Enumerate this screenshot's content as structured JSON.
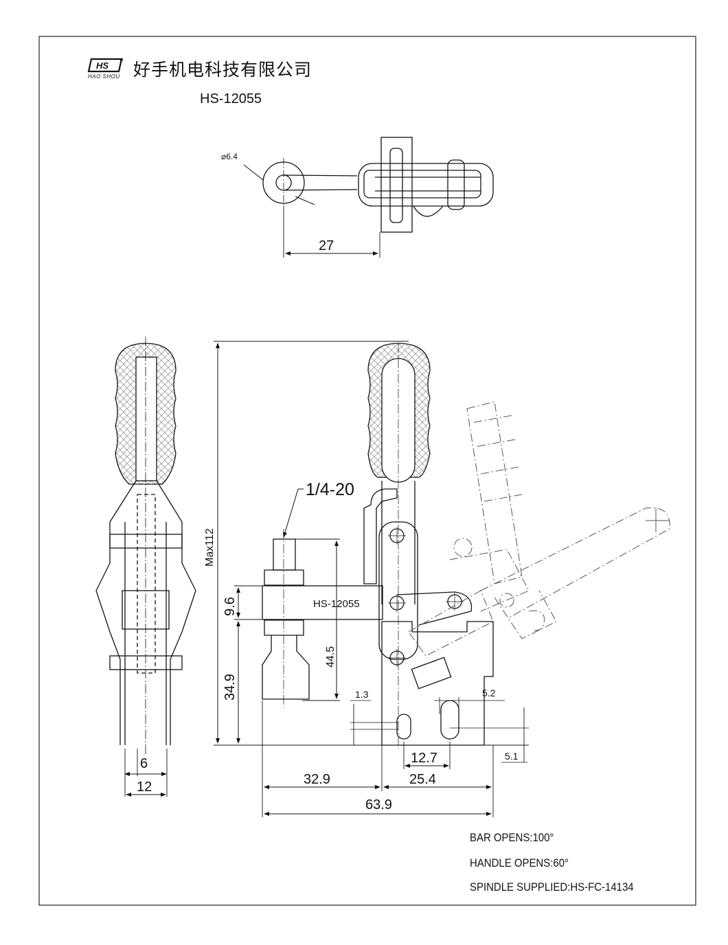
{
  "header": {
    "logo_text": "HS",
    "logo_sub": "HAO SHOU",
    "company_name": "好手机电科技有限公司",
    "model": "HS-12055"
  },
  "drawing": {
    "hole_diameter": "⌀6.4",
    "top_dim": "27",
    "thread_label": "1/4-20",
    "side_dims": {
      "max_height": "Max112",
      "h1": "9.6",
      "h2": "34.9",
      "h3": "44.5"
    },
    "bar_label": "HS-12055",
    "small_dims": {
      "d1": "1.3",
      "d2": "5.2",
      "d3": "5.1"
    },
    "width_dims": {
      "w6": "6",
      "w12": "12"
    },
    "bottom_dims": {
      "d127": "12.7",
      "d254": "25.4",
      "d329": "32.9",
      "d639": "63.9"
    }
  },
  "notes": [
    "BAR OPENS:100°",
    "HANDLE OPENS:60°",
    "SPINDLE SUPPLIED:HS-FC-14134"
  ]
}
